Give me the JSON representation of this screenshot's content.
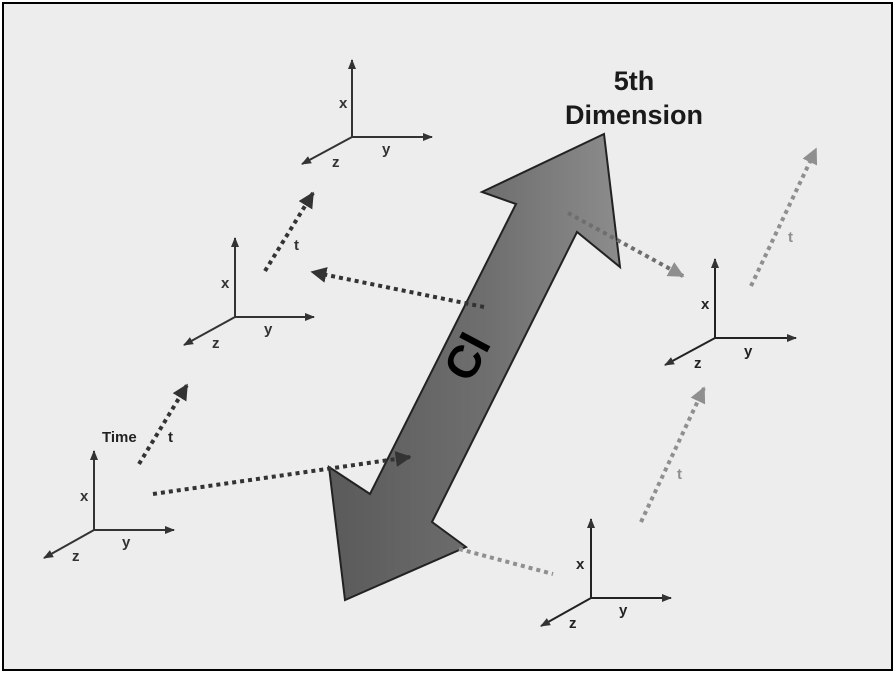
{
  "title": {
    "line1": "5th",
    "line2": "Dimension"
  },
  "arrow_label": "CI",
  "time_label": "Time",
  "colors": {
    "background": "#ededed",
    "border": "#000000",
    "dark": "#333333",
    "light": "#8f8f8f",
    "arrow_fill_dark": "#5e5e5e",
    "arrow_fill_light": "#8a8a8a"
  },
  "frames_left": [
    {
      "x": "x",
      "y": "y",
      "z": "z"
    },
    {
      "x": "x",
      "y": "y",
      "z": "z"
    },
    {
      "x": "x",
      "y": "y",
      "z": "z"
    }
  ],
  "frames_right": [
    {
      "x": "x",
      "y": "y",
      "z": "z"
    },
    {
      "x": "x",
      "y": "y",
      "z": "z"
    }
  ],
  "time_arrows": {
    "left_upper": "t",
    "left_lower": "t",
    "right_upper": "t",
    "right_lower": "t"
  }
}
